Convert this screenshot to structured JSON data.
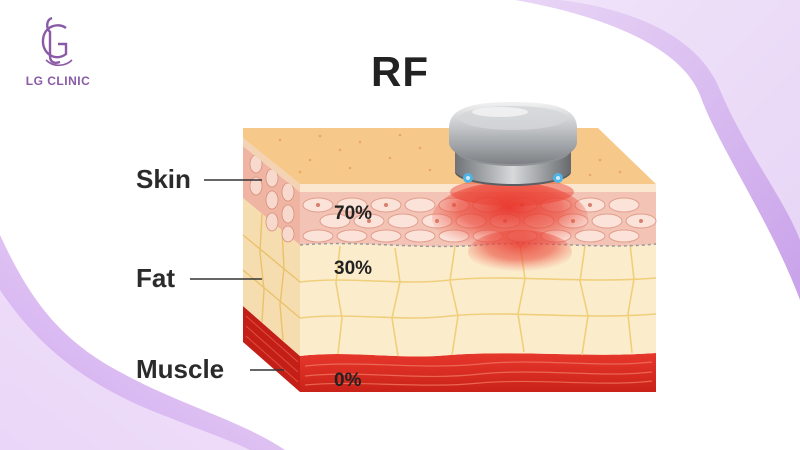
{
  "brand": {
    "name": "LG CLINIC",
    "logo_icon": "lg-monogram-icon",
    "color": "#8a5aa6"
  },
  "title": "RF",
  "layers": [
    {
      "label": "Skin",
      "absorption": "70%"
    },
    {
      "label": "Fat",
      "absorption": "30%"
    },
    {
      "label": "Muscle",
      "absorption": "0%"
    }
  ],
  "device": {
    "icon": "rf-handpiece-icon"
  },
  "colors": {
    "skin_top": "#f6c98a",
    "dermis": "#f3c4b6",
    "fat": "#fbeccc",
    "muscle": "#e2332a",
    "heat": "#e8332a",
    "background_accent": "#d9b7ef"
  }
}
